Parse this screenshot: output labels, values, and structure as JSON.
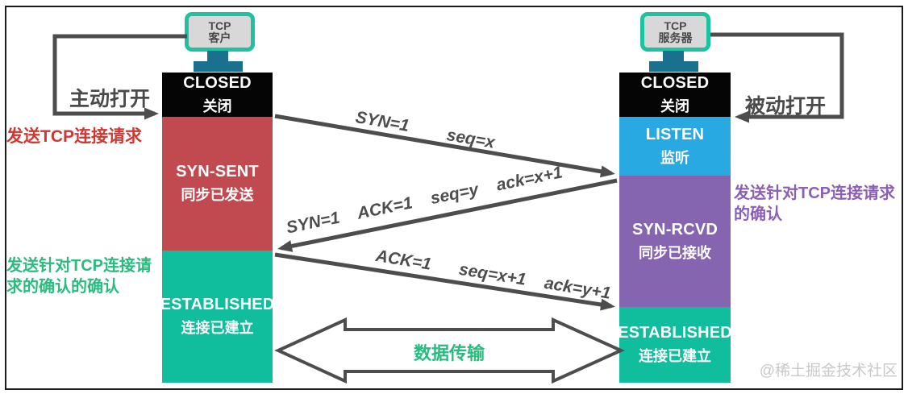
{
  "client": {
    "device": {
      "line1": "TCP",
      "line2": "客户"
    },
    "open_action": "主动打开",
    "states": [
      {
        "en": "CLOSED",
        "cn": "关闭",
        "color": "#050505"
      },
      {
        "en": "SYN-SENT",
        "cn": "同步已发送",
        "color": "#C14A50"
      },
      {
        "en": "ESTABLISHED",
        "cn": "连接已建立",
        "color": "#10BD9C"
      }
    ]
  },
  "server": {
    "device": {
      "line1": "TCP",
      "line2": "服务器"
    },
    "open_action": "被动打开",
    "states": [
      {
        "en": "CLOSED",
        "cn": "关闭",
        "color": "#050505"
      },
      {
        "en": "LISTEN",
        "cn": "监听",
        "color": "#29A9E1"
      },
      {
        "en": "SYN-RCVD",
        "cn": "同步已接收",
        "color": "#8565AF"
      },
      {
        "en": "ESTABLISHED",
        "cn": "连接已建立",
        "color": "#10BD9C"
      }
    ]
  },
  "annotations": {
    "send_syn": "发送TCP连接请求",
    "send_syn_color": "#CF3733",
    "send_ack_line1": "发送针对TCP连接请",
    "send_ack_line2": "求的确认的确认",
    "send_ack_color": "#2ABB7F",
    "send_synack_line1": "发送针对TCP连接请求",
    "send_synack_line2": "的确认",
    "send_synack_color": "#8B5FB6"
  },
  "messages": {
    "syn_flag": "SYN=1",
    "syn_seq": "seq=x",
    "synack": "SYN=1    ACK=1    seq=y    ack=x+1",
    "ack": "ACK=1      seq=x+1    ack=y+1",
    "data_transfer": "数据传输",
    "data_transfer_color": "#2ABB7F"
  },
  "watermark": "@稀土掘金技术社区",
  "colors": {
    "line": "#4D4D4D",
    "frame_border": "#1A1A1A",
    "monitor_border": "#1CC2A2",
    "monitor_screen": "#D8D8D8",
    "monitor_stand": "#19708F"
  }
}
